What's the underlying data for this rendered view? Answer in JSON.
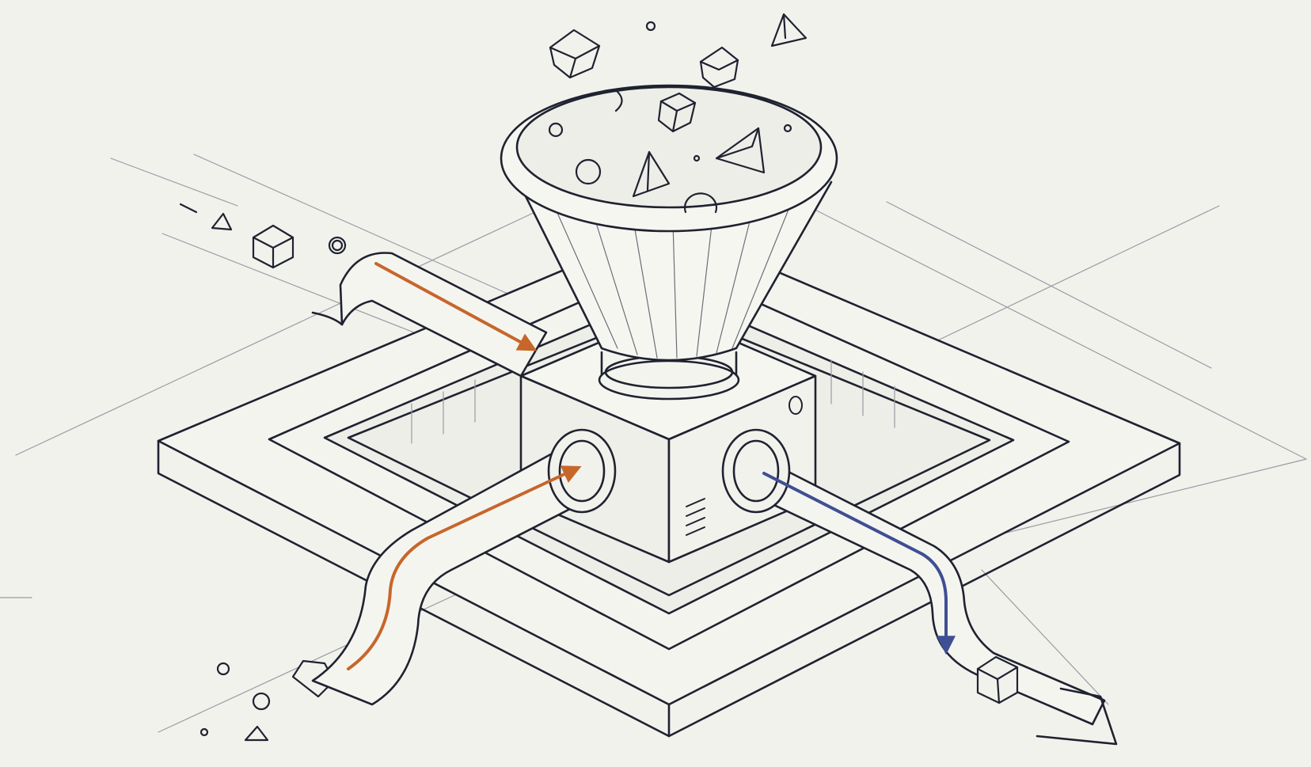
{
  "colors": {
    "background": "#f2f2ed",
    "line": "#1f2230",
    "guide": "#9a9ca4",
    "input_arrow": "#c7662b",
    "output_arrow": "#3f4f93"
  },
  "icons": {
    "input_flow": "arrow-orange",
    "output_flow": "arrow-blue",
    "particles": [
      "cube",
      "pyramid",
      "sphere",
      "pentagon",
      "ring"
    ]
  }
}
